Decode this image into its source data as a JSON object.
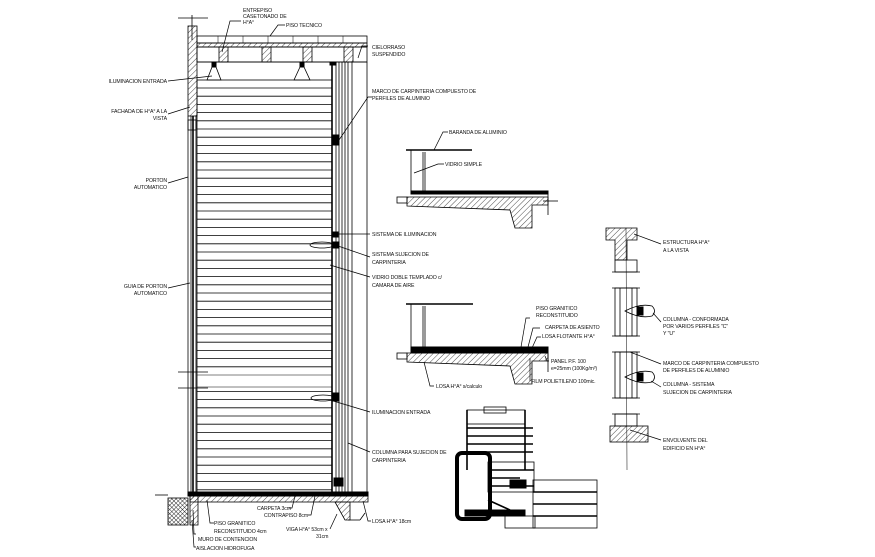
{
  "drawing": {
    "title": "Corte / detalle de fachada con portón automático",
    "colors": {
      "ink": "#000000",
      "paper": "#ffffff"
    },
    "elevation_labels": {
      "entrepiso": [
        "ENTREPISO",
        "CASETONADO DE",
        "H°A°"
      ],
      "piso_tecnico": [
        "PISO TECNICO"
      ],
      "cielorraso": [
        "CIELORRASO",
        "SUSPENDIDO"
      ],
      "iluminacion_entrada_top": [
        "ILUMINACION ENTRADA"
      ],
      "fachada": [
        "FACHADA DE H°A° A LA",
        "VISTA"
      ],
      "porton": [
        "PORTON",
        "AUTOMATICO"
      ],
      "guia_porton": [
        "GUIA DE PORTON",
        "AUTOMATICO"
      ],
      "marco_carpinteria": [
        "MARCO DE CARPINTERIA COMPUESTO DE",
        "PERFILES DE ALUMINIO"
      ],
      "sistema_iluminacion": [
        "SISTEMA DE ILUMINACION"
      ],
      "sistema_sujecion": [
        "SISTEMA SUJECION DE",
        "CARPINTERIA"
      ],
      "vidrio_doble": [
        "VIDRIO DOBLE TEMPLADO c/",
        "CAMARA DE AIRE"
      ],
      "iluminacion_entrada_bottom": [
        "ILUMINACION ENTRADA"
      ],
      "columna_sujecion": [
        "COLUMNA PARA SUJECION DE",
        "CARPINTERIA"
      ],
      "carpeta": [
        "CARPETA 3cm"
      ],
      "contrapiso": [
        "CONTRAPISO 8cm"
      ],
      "piso_granitico": [
        "PISO GRANITICO",
        "RECONSTITUIDO 4cm"
      ],
      "muro_contencion": [
        "MURO DE CONTENCION"
      ],
      "aislacion": [
        "AISLACION HIDROFUGA"
      ],
      "viga": [
        "VIGA H°A° 53cm x",
        "31cm"
      ],
      "losa": [
        "LOSA H°A° 18cm"
      ]
    },
    "baranda_labels": {
      "baranda": [
        "BARANDA DE ALUMINIO"
      ],
      "vidrio_simple": [
        "VIDRIO SIMPLE"
      ]
    },
    "piso_detail_labels": {
      "piso_granitico": [
        "PISO GRANITICO",
        "RECONSTITUIDO"
      ],
      "carpeta_asiento": [
        "CARPETA DE ASIENTO"
      ],
      "losa_flotante": [
        "LOSA FLOTANTE H°A°"
      ],
      "panel": [
        "PANEL P.F. 100",
        "e=25mm (100Kg/m³)"
      ],
      "film": [
        "FILM POLIETILENO 100mic."
      ],
      "losa_calculo": [
        "LOSA H°A° s/calculo"
      ]
    },
    "plan_detail_labels": {
      "estructura": [
        "ESTRUCTURA H°A°",
        "A LA VISTA"
      ],
      "columna_conformada": [
        "COLUMNA - CONFORMADA",
        "POR VARIOS PERFILES \"C\"",
        "Y \"U\""
      ],
      "marco": [
        "MARCO DE CARPINTERIA COMPUESTO",
        "DE PERFILES DE ALUMINIO"
      ],
      "columna_sistema": [
        "COLUMNA - SISTEMA",
        "SUJECION DE CARPINTERIA"
      ],
      "envolvente": [
        "ENVOLVENTE DEL",
        "EDIFICIO EN H°A°"
      ]
    }
  }
}
